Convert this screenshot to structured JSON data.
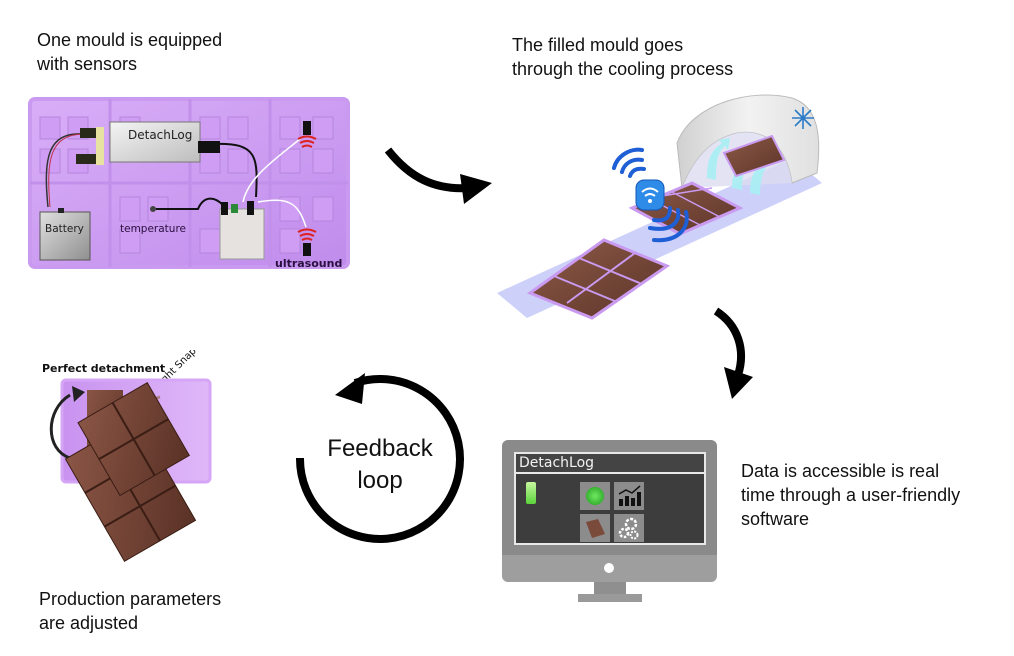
{
  "steps": {
    "sensors": {
      "caption_line1": "One mould is equipped",
      "caption_line2": "with sensors",
      "labels": {
        "logger": "DetachLog",
        "battery": "Battery",
        "temperature": "temperature",
        "ultrasound": "ultrasound"
      }
    },
    "cooling": {
      "caption_line1": "The filled mould goes",
      "caption_line2": "through the cooling process"
    },
    "software": {
      "caption_line1": "Data is accessible is real",
      "caption_line2": "time through a user-friendly",
      "caption_line3": "software",
      "app_title": "DetachLog"
    },
    "adjust": {
      "caption_line1": "Production parameters",
      "caption_line2": "are adjusted",
      "label_detachment": "Perfect detachment",
      "label_snap": "Right Snap"
    }
  },
  "feedback": {
    "line1": "Feedback",
    "line2": "loop"
  },
  "colors": {
    "mould": "#d8a8f5",
    "chocolate": "#7a4a3a",
    "conveyor": "#c9ccf7",
    "wifi": "#1f5fd6",
    "arrow": "#000000",
    "monitor": "#8a8a8a",
    "screen": "#3c3c3c"
  }
}
